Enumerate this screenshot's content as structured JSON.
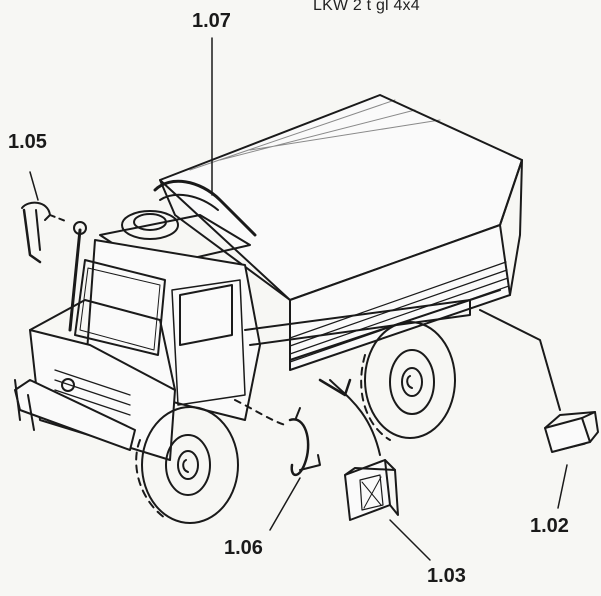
{
  "diagram": {
    "title": "LKW 2 t gl 4x4",
    "callouts": [
      {
        "id": "1.07",
        "label": "1.07"
      },
      {
        "id": "1.05",
        "label": "1.05"
      },
      {
        "id": "1.02",
        "label": "1.02"
      },
      {
        "id": "1.06",
        "label": "1.06"
      },
      {
        "id": "1.03",
        "label": "1.03"
      }
    ],
    "colors": {
      "ink": "#1a1a1a",
      "paper": "#f7f7f4"
    }
  }
}
